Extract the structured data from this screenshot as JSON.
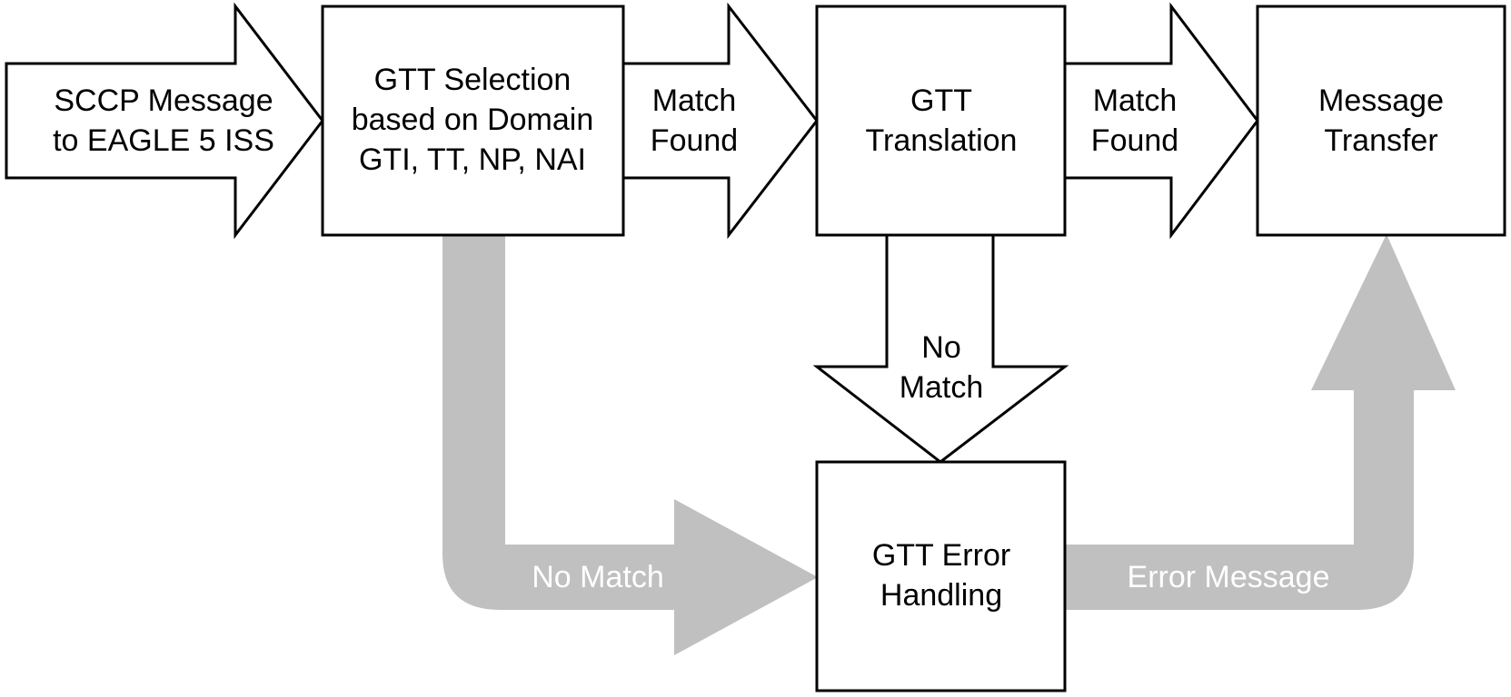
{
  "diagram": {
    "input_arrow": {
      "line1": "SCCP Message",
      "line2": "to EAGLE 5 ISS"
    },
    "gtt_selection": {
      "line1": "GTT Selection",
      "line2": "based on Domain",
      "line3": "GTI, TT, NP, NAI"
    },
    "match_arrow_1": {
      "line1": "Match",
      "line2": "Found"
    },
    "gtt_translation": {
      "line1": "GTT",
      "line2": "Translation"
    },
    "match_arrow_2": {
      "line1": "Match",
      "line2": "Found"
    },
    "message_transfer": {
      "line1": "Message",
      "line2": "Transfer"
    },
    "no_match_down": {
      "line1": "No",
      "line2": "Match"
    },
    "gtt_error_handling": {
      "line1": "GTT Error",
      "line2": "Handling"
    },
    "no_match_gray": {
      "label": "No Match"
    },
    "error_message_gray": {
      "label": "Error Message"
    },
    "colors": {
      "outline": "#000000",
      "fill": "#ffffff",
      "gray_path": "#c0c0c0"
    }
  }
}
